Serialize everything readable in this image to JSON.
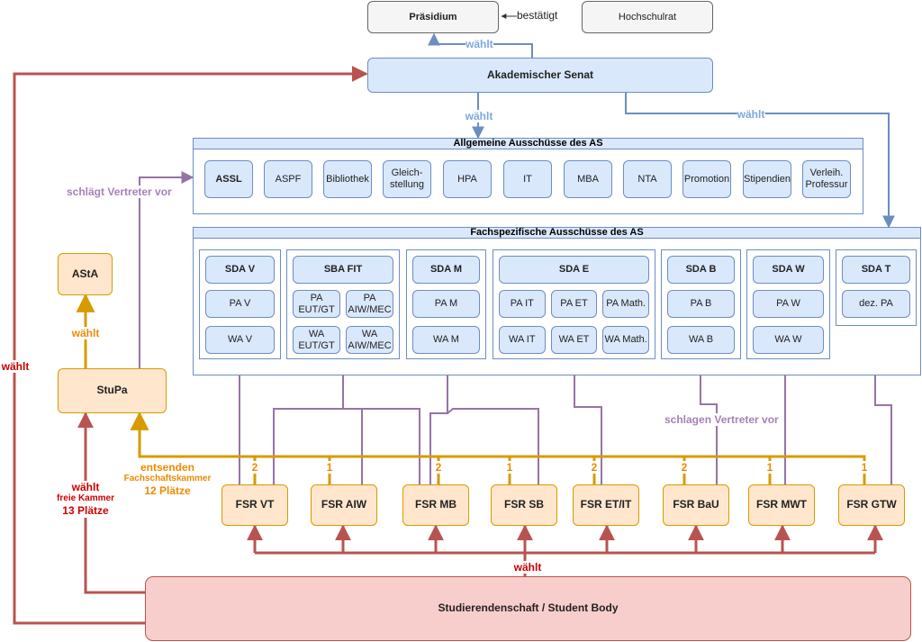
{
  "top": {
    "praesidium": "Präsidium",
    "hochschulrat": "Hochschulrat",
    "bestaetigt": "bestätigt",
    "senat": "Akademischer Senat"
  },
  "general_committees": {
    "title": "Allgemeine Ausschüsse des AS",
    "items": [
      "ASSL",
      "ASPF",
      "Bibliothek",
      "Gleich-\nstellung",
      "HPA",
      "IT",
      "MBA",
      "NTA",
      "Promotion",
      "Stipendien",
      "Verleih.\nProfessur"
    ]
  },
  "specific_committees": {
    "title": "Fachspezifische Ausschüsse des AS",
    "groups": [
      {
        "head": "SDA V",
        "rows": [
          [
            "PA V"
          ],
          [
            "WA V"
          ]
        ]
      },
      {
        "head": "SBA FIT",
        "rows": [
          [
            "PA\nEUT/GT",
            "PA\nAIW/MEC"
          ],
          [
            "WA\nEUT/GT",
            "WA\nAIW/MEC"
          ]
        ]
      },
      {
        "head": "SDA M",
        "rows": [
          [
            "PA M"
          ],
          [
            "WA M"
          ]
        ]
      },
      {
        "head": "SDA E",
        "rows": [
          [
            "PA IT",
            "PA ET",
            "PA Math."
          ],
          [
            "WA IT",
            "WA ET",
            "WA Math."
          ]
        ]
      },
      {
        "head": "SDA B",
        "rows": [
          [
            "PA B"
          ],
          [
            "WA B"
          ]
        ]
      },
      {
        "head": "SDA W",
        "rows": [
          [
            "PA W"
          ],
          [
            "WA W"
          ]
        ]
      },
      {
        "head": "SDA T",
        "rows": [
          [
            "dez. PA"
          ]
        ]
      }
    ]
  },
  "left": {
    "asta": "AStA",
    "stupa": "StuPa"
  },
  "fsr": [
    {
      "name": "FSR VT",
      "seats": "2"
    },
    {
      "name": "FSR AIW",
      "seats": "1"
    },
    {
      "name": "FSR MB",
      "seats": "2"
    },
    {
      "name": "FSR SB",
      "seats": "1"
    },
    {
      "name": "FSR ET/IT",
      "seats": "2"
    },
    {
      "name": "FSR BaU",
      "seats": "2"
    },
    {
      "name": "FSR MWT",
      "seats": "1"
    },
    {
      "name": "FSR GTW",
      "seats": "1"
    }
  ],
  "student_body": "Studierendenschaft / Student Body",
  "labels": {
    "waehlt": "wählt",
    "schlaegt": "schlägt Vertreter vor",
    "schlagen": "schlagen Vertreter vor",
    "entsenden": "entsenden",
    "fachschaftskammer": "Fachschaftskammer",
    "zwoelf_plaetze": "12 Plätze",
    "freie_kammer": "freie Kammer",
    "dreizehn_plaetze": "13 Plätze"
  },
  "colors": {
    "blue_line": "#6c8ebf",
    "purple_line": "#9673a6",
    "orange_line": "#d79b00",
    "red_line": "#b85450",
    "blue_text": "#7ea6e0",
    "purple_text": "#a680b8",
    "orange_text": "#ee8a00",
    "red_text": "#cc0000"
  }
}
